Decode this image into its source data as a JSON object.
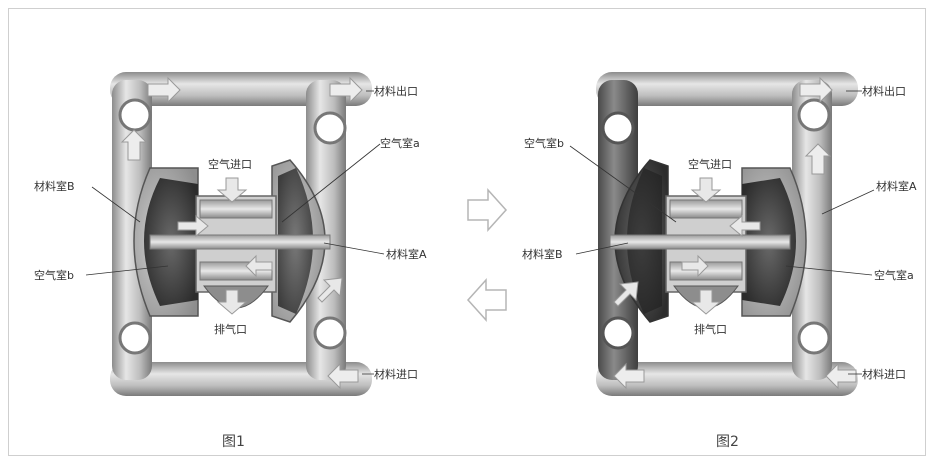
{
  "figure1": {
    "caption": "图1",
    "labels": {
      "material_outlet": "材料出口",
      "air_chamber_a": "空气室a",
      "material_chamber_B": "材料室B",
      "air_inlet": "空气进口",
      "material_chamber_A": "材料室A",
      "air_chamber_b": "空气室b",
      "exhaust": "排气口",
      "material_inlet": "材料进口"
    }
  },
  "figure2": {
    "caption": "图2",
    "labels": {
      "material_outlet": "材料出口",
      "air_chamber_b": "空气室b",
      "air_inlet": "空气进口",
      "material_chamber_A": "材料室A",
      "material_chamber_B": "材料室B",
      "air_chamber_a": "空气室a",
      "exhaust": "排气口",
      "material_inlet": "材料进口"
    }
  },
  "colors": {
    "metal_light": "#d9d9d9",
    "metal_mid": "#a9a9a9",
    "metal_dark": "#6e6e6e",
    "chamber_dark": "#3a3a3a",
    "arrow_outline": "#b5b5b5",
    "border": "#cfcfcf"
  },
  "icons": {
    "right_arrow": "hollow-right-arrow-icon",
    "left_arrow": "hollow-left-arrow-icon"
  }
}
